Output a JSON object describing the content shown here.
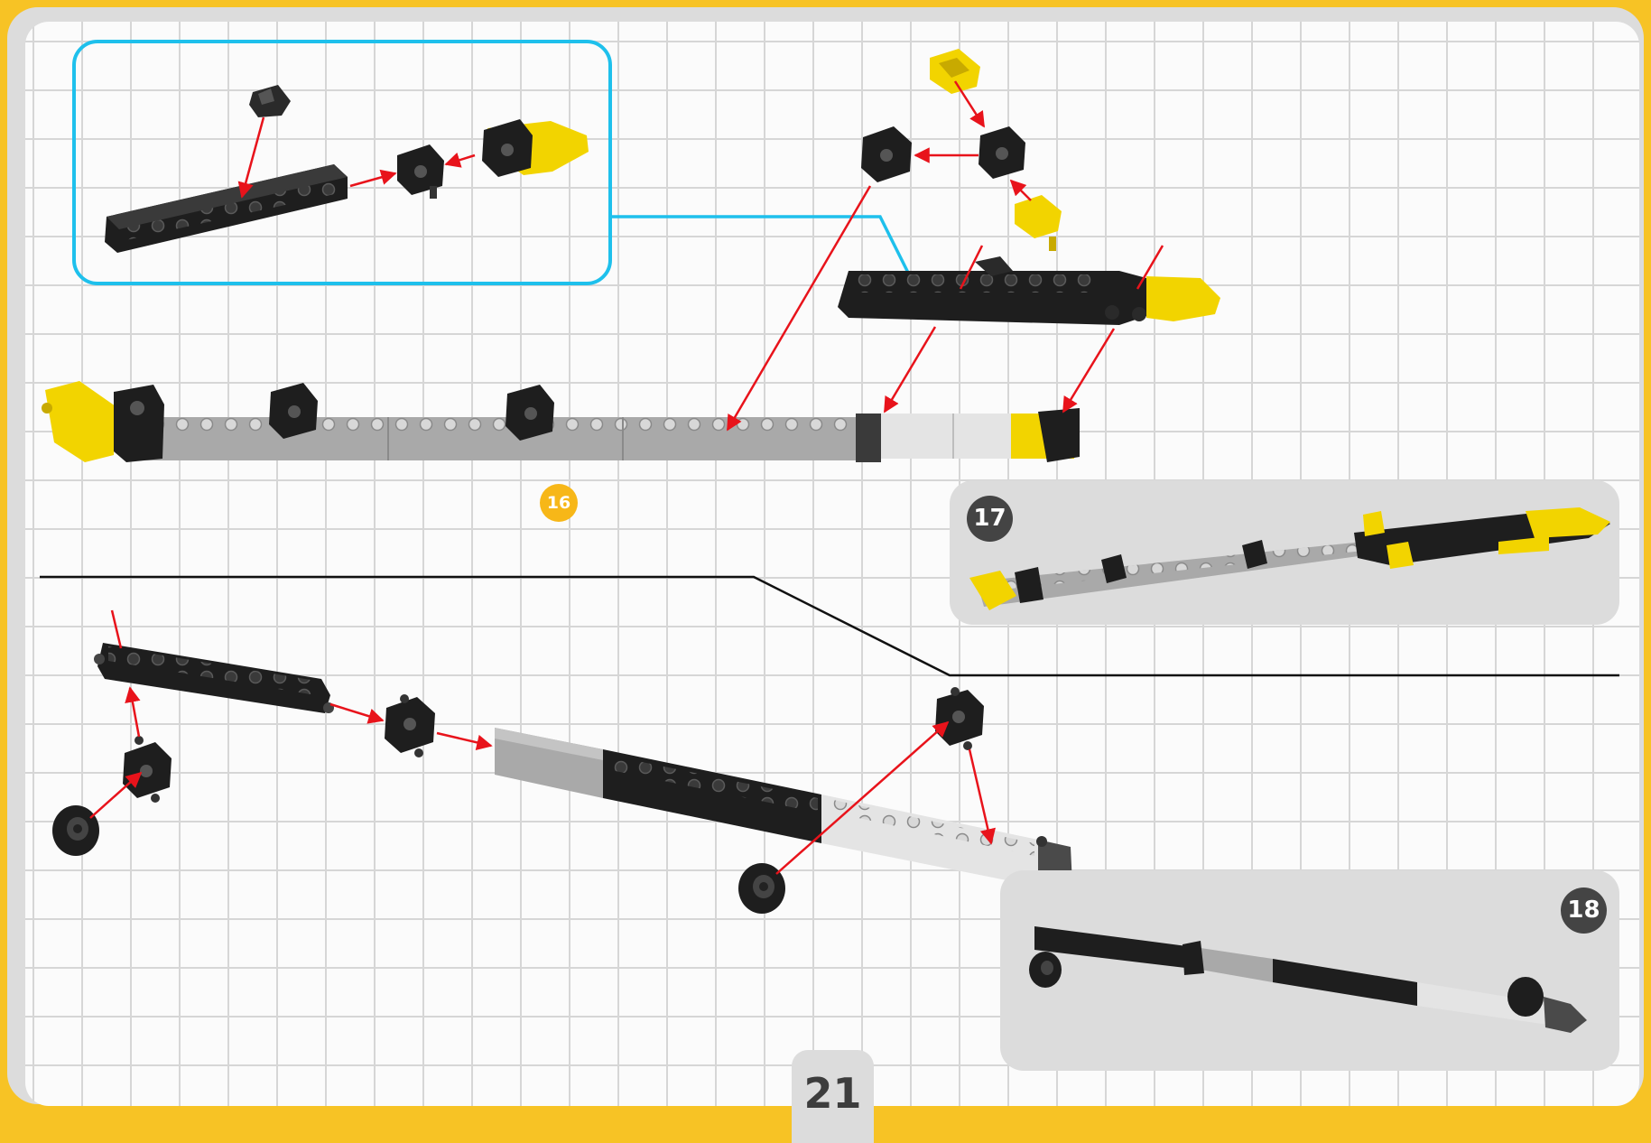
{
  "page": {
    "number": "21"
  },
  "steps": [
    {
      "number": "16",
      "color": "#f7b718"
    },
    {
      "number": "17",
      "color": "#444444"
    },
    {
      "number": "18",
      "color": "#444444"
    }
  ],
  "colors": {
    "frame": "#f7c325",
    "grid": "#d6d6d6",
    "arrow": "#e8131b",
    "callout": "#1ec0ec",
    "beam_black": "#1e1e1e",
    "beam_grey": "#a9a9a9",
    "beam_light": "#e4e4e4",
    "part_yellow": "#f2d400"
  }
}
